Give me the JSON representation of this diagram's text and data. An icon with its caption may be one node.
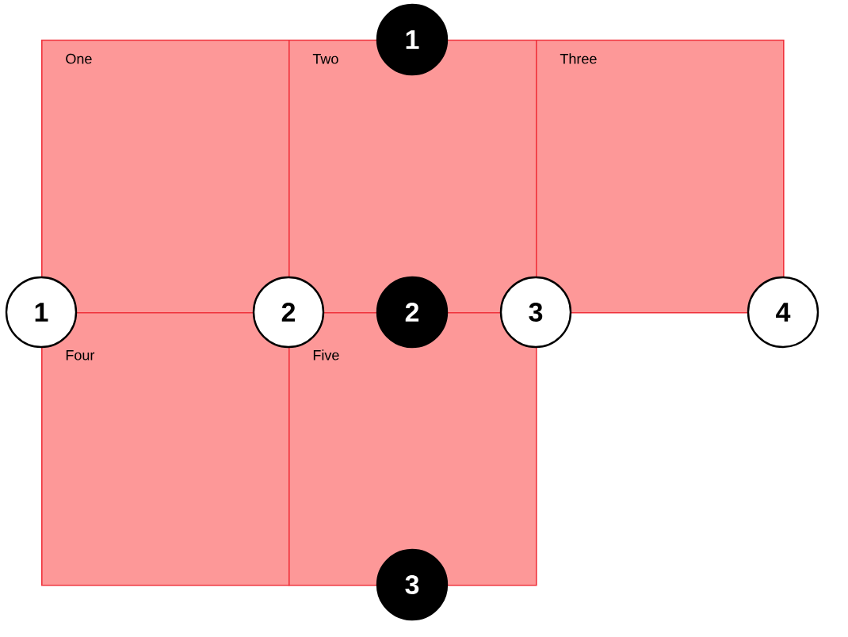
{
  "diagram": {
    "nodes": [
      {
        "text": [
          "One"
        ]
      },
      {
        "text": [
          "Two"
        ]
      },
      {
        "text": [
          "Three"
        ]
      },
      {
        "text": [
          "Four"
        ]
      },
      {
        "text": [
          "Five"
        ]
      },
      {
        "text": [
          "1"
        ]
      },
      {
        "text": [
          "2"
        ]
      },
      {
        "text": [
          "3"
        ]
      },
      {
        "text": [
          "4"
        ]
      },
      {
        "text": [
          "1"
        ]
      },
      {
        "text": [
          "2"
        ]
      },
      {
        "text": [
          "3"
        ]
      }
    ]
  }
}
